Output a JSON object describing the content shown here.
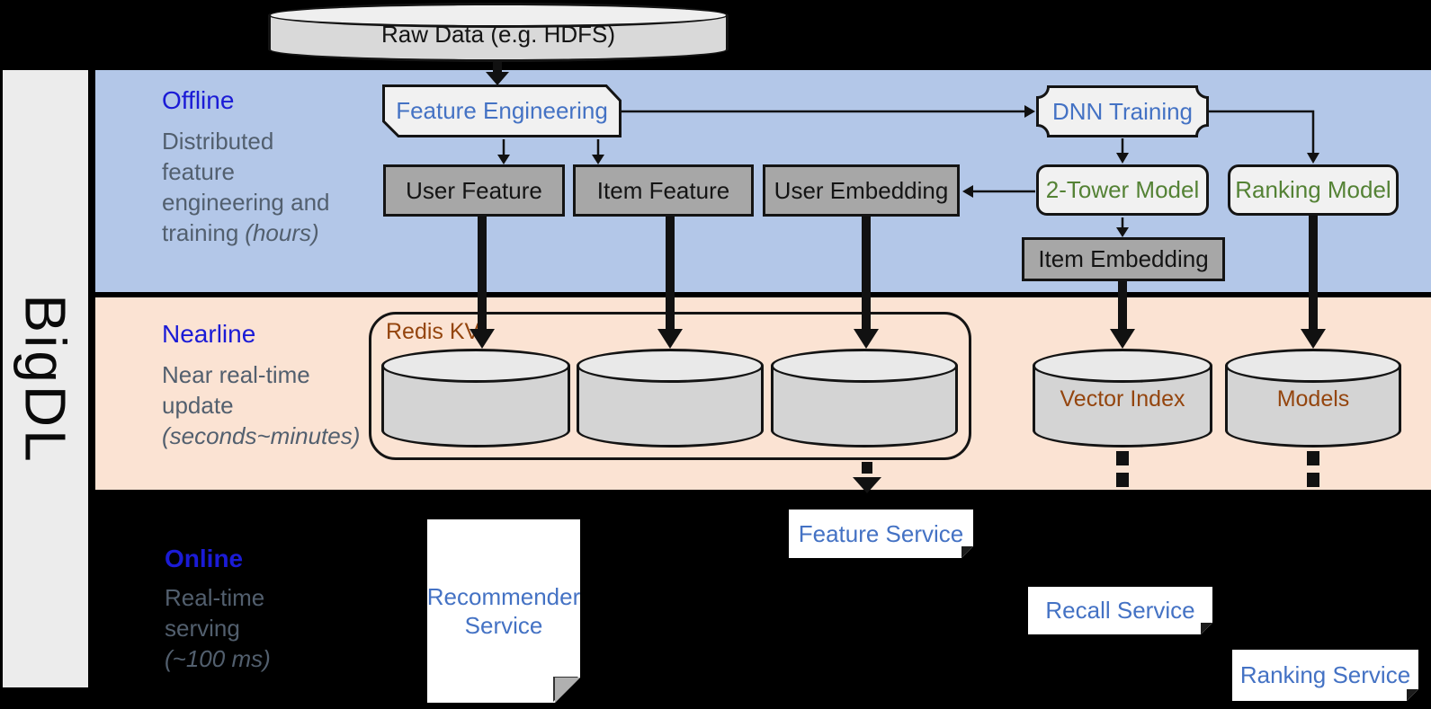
{
  "brand": "BigDL",
  "lanes": {
    "offline": {
      "title": "Offline",
      "desc_line1": "Distributed",
      "desc_line2": "feature",
      "desc_line3": "engineering and",
      "desc_line4": "training",
      "desc_line4_italic": "(hours)"
    },
    "nearline": {
      "title": "Nearline",
      "desc_line1": "Near real-time",
      "desc_line2": "update",
      "desc_line3_italic": "(seconds~minutes)"
    },
    "online": {
      "title": "Online",
      "desc_line1": "Real-time",
      "desc_line2": "serving",
      "desc_line3_italic": "(~100 ms)"
    }
  },
  "nodes": {
    "raw_data": "Raw Data (e.g. HDFS)",
    "feature_engineering": "Feature Engineering",
    "dnn_training": "DNN Training",
    "user_feature": "User Feature",
    "item_feature": "Item Feature",
    "user_embedding": "User Embedding",
    "two_tower_model": "2-Tower Model",
    "ranking_model": "Ranking Model",
    "item_embedding": "Item Embedding",
    "redis_kv": "Redis KV",
    "vector_index": "Vector Index",
    "models": "Models",
    "recommender_service": "Recommender Service",
    "feature_service": "Feature Service",
    "recall_service": "Recall Service",
    "ranking_service": "Ranking Service"
  },
  "colors": {
    "background": "#000000",
    "offline_band": "#b3c7e8",
    "nearline_band": "#fbe3d3",
    "sidebar": "#ececec",
    "lane_title_blue": "#1b1bd6",
    "lane_desc_gray": "#525f6e",
    "process_text_blue": "#4472c4",
    "model_text_green": "#548235",
    "storage_text_brown": "#94450e",
    "data_box_gray": "#a7a7a7",
    "process_box_light": "#f1f1f1",
    "cylinder_fill": "#d4d4d4"
  }
}
